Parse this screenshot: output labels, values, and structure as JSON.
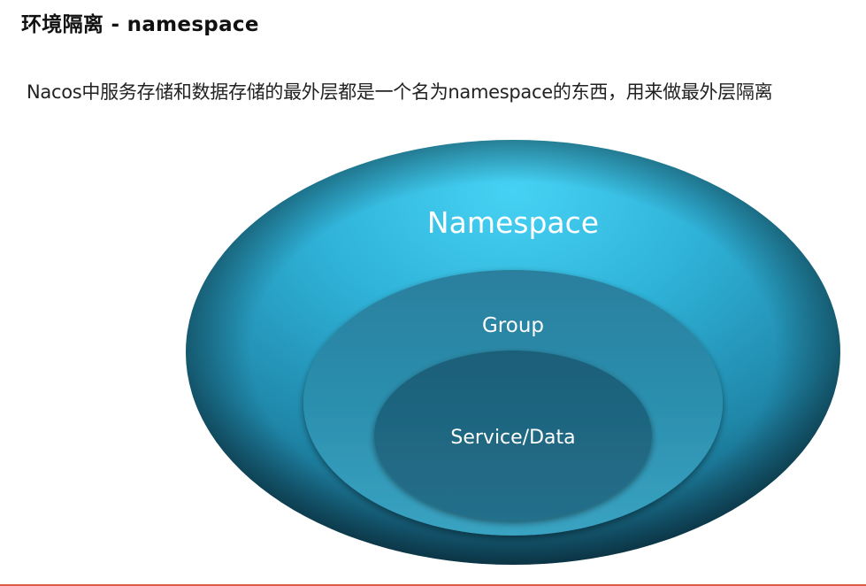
{
  "header": {
    "title": "环境隔离 - namespace"
  },
  "description": "Nacos中服务存储和数据存储的最外层都是一个名为namespace的东西，用来做最外层隔离",
  "diagram": {
    "layers": [
      {
        "label": "Namespace"
      },
      {
        "label": "Group"
      },
      {
        "label": "Service/Data"
      }
    ]
  },
  "colors": {
    "outer_light": "#3ec8ee",
    "outer_dark": "#155b75",
    "middle": "#2c88a6",
    "inner": "#1f6a85",
    "accent_rule": "#e05a4a"
  }
}
